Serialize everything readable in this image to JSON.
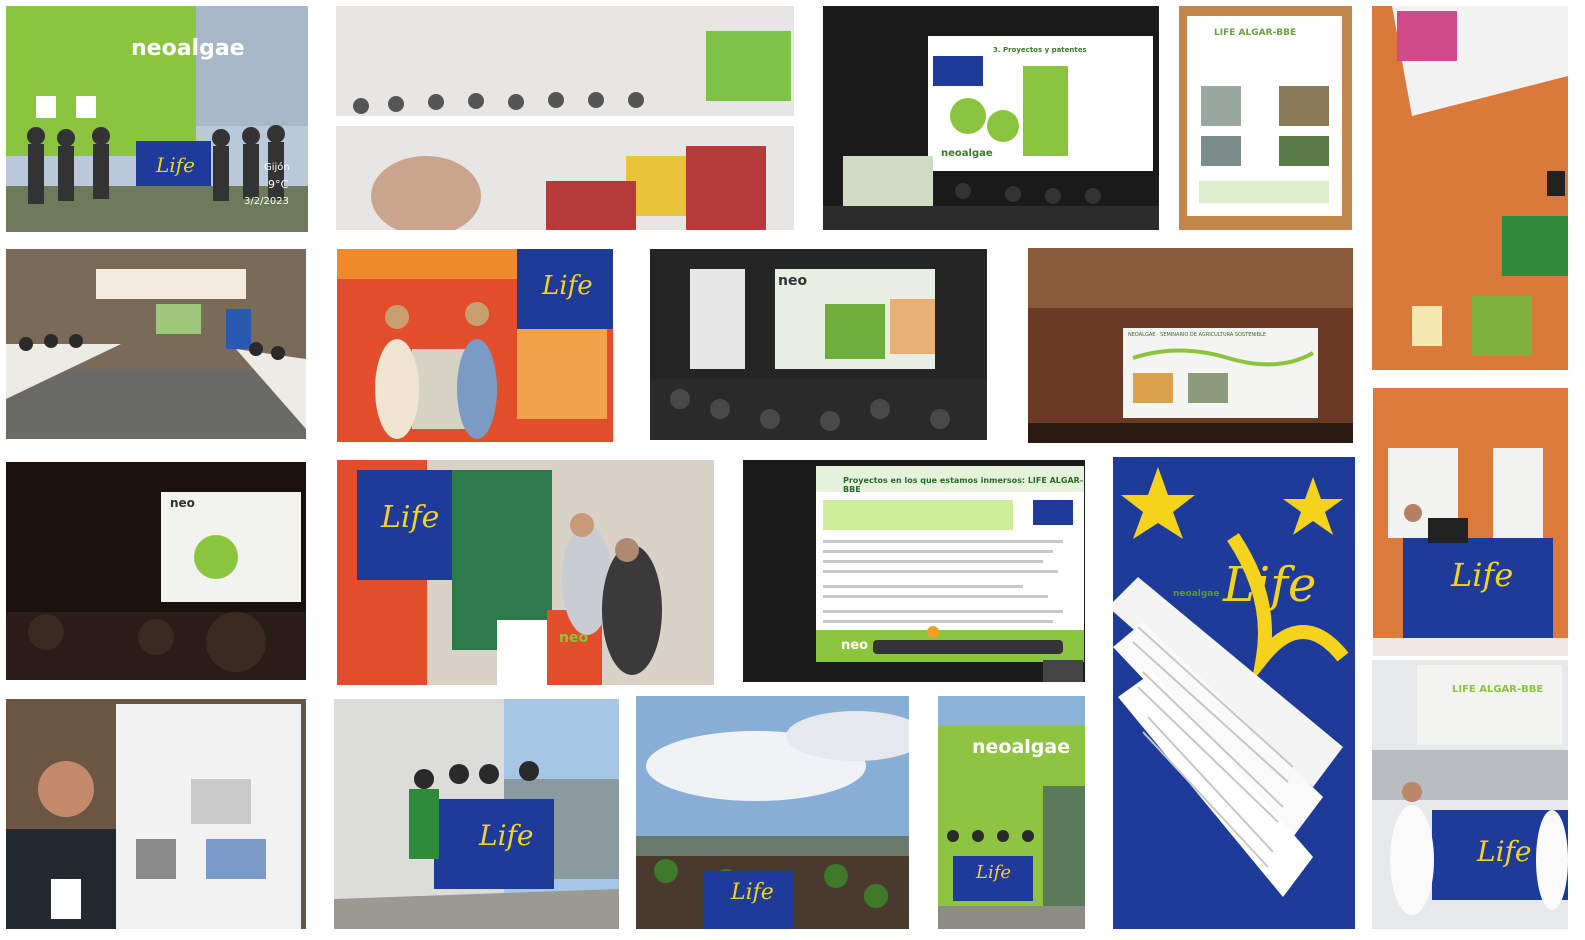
{
  "photo1": {
    "sign": "neoalgae",
    "overlay_place": "Gijón",
    "overlay_temp": "9°C",
    "overlay_date": "3/2/2023"
  },
  "flags": {
    "life_text": "Life"
  },
  "photo3": {
    "slide_title": "3. Proyectos y patentes",
    "slide_brand": "neoalgae"
  },
  "photo4": {
    "poster_title": "LIFE ALGAR-BBE"
  },
  "photo7": {
    "logo": "neo"
  },
  "photo8": {
    "slide_title": "NEOALGAE · SEMINARIO DE AGRICULTURA SOSTENIBLE"
  },
  "photo9": {
    "logo": "neo"
  },
  "photo10": {
    "booth_logo": "neo"
  },
  "photo11": {
    "slide_title": "Proyectos en los que estamos inmersos: LIFE ALGAR-BBE",
    "footer_brand": "neo"
  },
  "photo12": {
    "doc_brand": "neoalgae"
  },
  "photo13": {
    "sign_brand": "neoalgae"
  },
  "photo15": {
    "banner": "LIFE ALGAR-BBE"
  },
  "colors": {
    "lime": "#8bc53f",
    "flag_blue": "#1f3b9a",
    "star_yellow": "#f5d31c",
    "orange": "#e0803a"
  }
}
